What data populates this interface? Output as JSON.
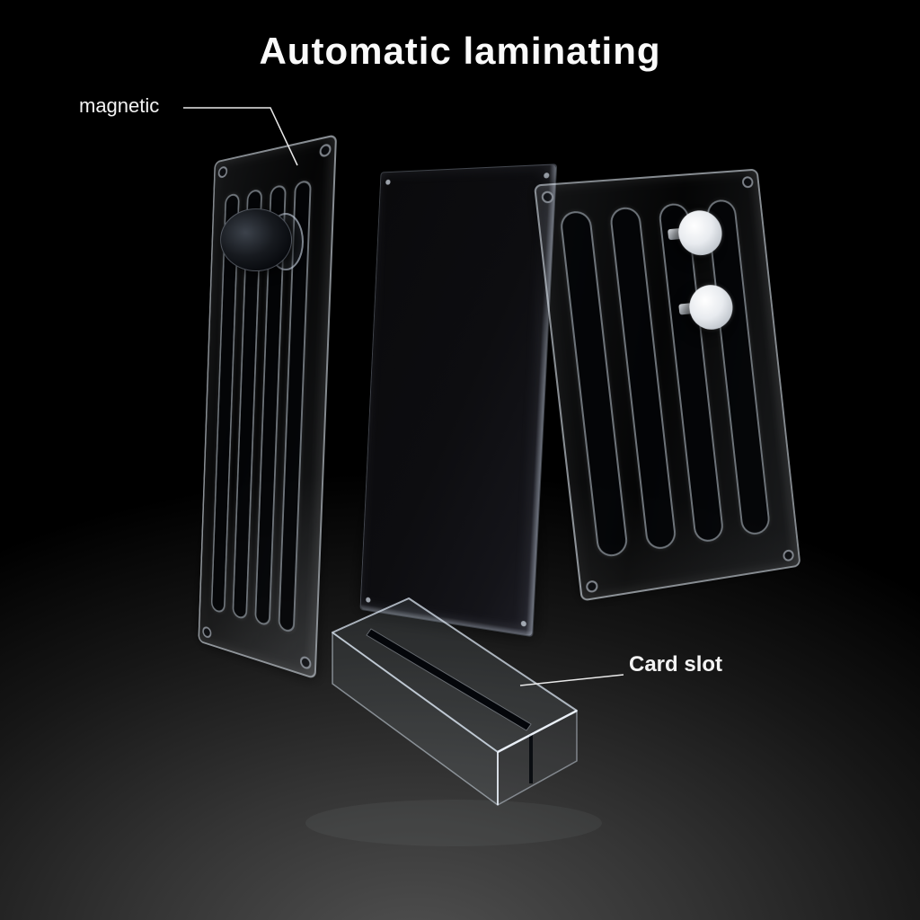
{
  "title": "Automatic laminating",
  "annotations": {
    "magnetic": {
      "label": "magnetic"
    },
    "card_slot": {
      "label": "Card slot"
    }
  },
  "colors": {
    "background": "#000000",
    "floor_glow": "#4f4f4f",
    "text": "#ffffff",
    "glass_edge": "#d6dee6",
    "cover_panel": "#0c0c10",
    "magnet_disc": "#e9ecef"
  },
  "parts": [
    {
      "name": "magnetic-side-panel",
      "slot_count": 4,
      "screw_holes": 4
    },
    {
      "name": "cover-panel"
    },
    {
      "name": "slotted-side-panel",
      "slot_count": 4,
      "magnet_disc_count": 2
    },
    {
      "name": "card-slot-base"
    }
  ]
}
